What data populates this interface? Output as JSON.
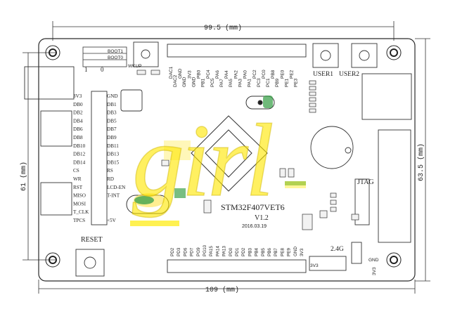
{
  "dimensions": {
    "top": "99.5 (mm)",
    "bottom": "109 (mm)",
    "left": "61 (mm)",
    "right": "63.5 (mm)"
  },
  "chip": {
    "name": "STM32F407VET6",
    "version": "V1.2",
    "date": "2016.03.19"
  },
  "watermark": "girl",
  "buttons": {
    "reset": "RESET",
    "user1": "USER1",
    "user2": "USER2"
  },
  "headers": {
    "jtag": "JTAG",
    "label_24g": "2.4G",
    "boot1": "BOOT1",
    "boot0": "BOOT0",
    "wkup": "WKUP",
    "one": "1",
    "zero": "0"
  },
  "lcd_left_pins": [
    "3V3",
    "DB0",
    "DB2",
    "DB4",
    "DB6",
    "DB8",
    "DB10",
    "DB12",
    "DB14",
    "CS",
    "WR",
    "RST",
    "MISO",
    "MOSI",
    "T_CLK",
    "TPCS"
  ],
  "lcd_right_pins": [
    "GND",
    "DB1",
    "DB3",
    "DB5",
    "DB7",
    "DB9",
    "DB11",
    "DB13",
    "DB15",
    "RS",
    "RD",
    "LCD-EN",
    "T-INT",
    "",
    "",
    "+5V"
  ],
  "top_header_pins": [
    "DAC1",
    "DAC2",
    "GND",
    "GND",
    "3V3",
    "GND",
    "PB0",
    "PB1",
    "PC4",
    "PC5",
    "PA6",
    "PA7",
    "PA4",
    "PA5",
    "PA2",
    "PA3",
    "PA0",
    "PA1",
    "PC2",
    "PC3",
    "PC0",
    "PC1",
    "PB8",
    "PB9",
    "PE0",
    "PE1",
    "PE2",
    "PE3"
  ],
  "bottom_header_pins": [
    "PD2",
    "PD3",
    "PD6",
    "PD7",
    "PG9",
    "PG10",
    "PA15",
    "PA14",
    "PA13",
    "PD0",
    "PD1",
    "PD2",
    "PB3",
    "PB4",
    "PB5",
    "PB6",
    "PB7",
    "PE8",
    "PE9",
    "GND",
    "3V3"
  ],
  "bottom_right_labels": {
    "gnd": "GND",
    "v3": "3V3",
    "v3b": "3V3"
  }
}
